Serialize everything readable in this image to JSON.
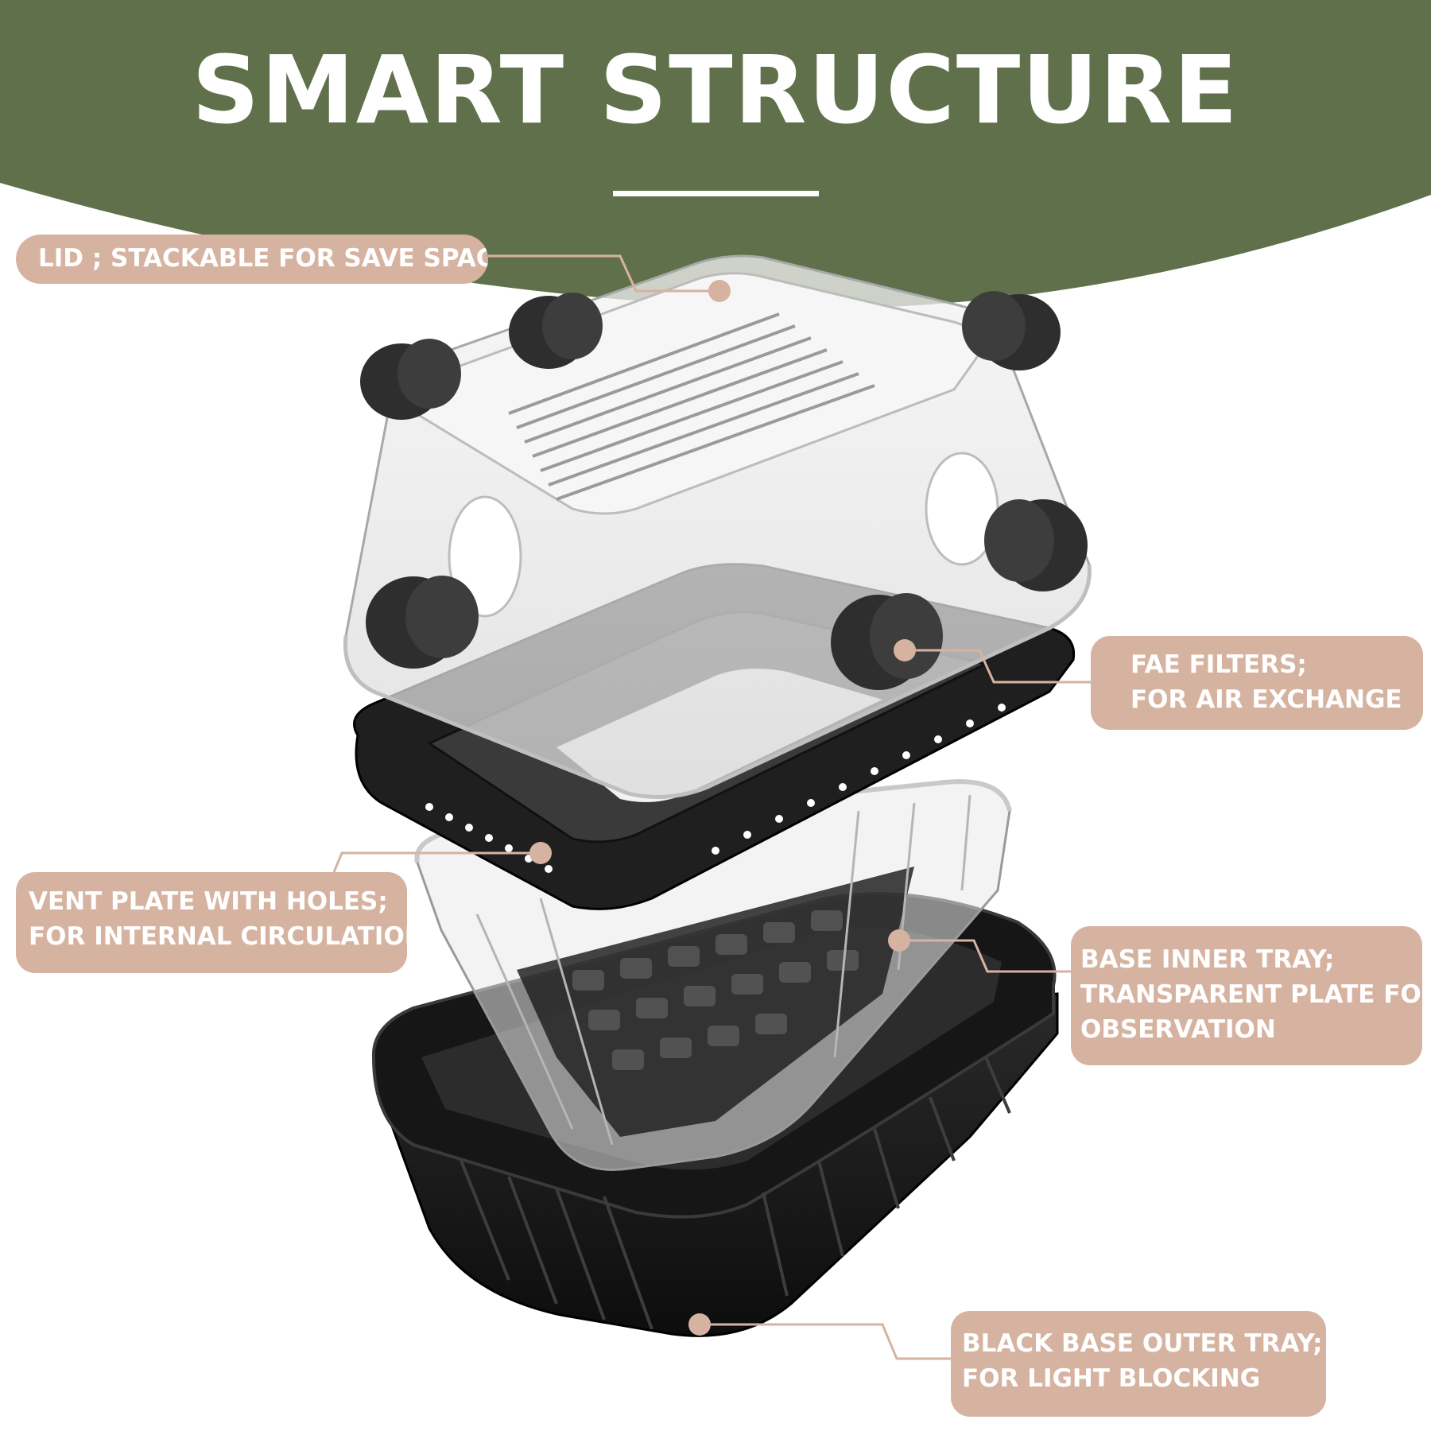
{
  "header": {
    "title": "SMART STRUCTURE"
  },
  "colors": {
    "banner": "#5f704b",
    "label_bg": "#d6b3a1",
    "label_text": "#ffffff",
    "leader_line": "#d6b3a1",
    "black_plastic": "#1b1b1b",
    "clear_plastic": "#dcdcdc",
    "filter_foam": "#2e2e2e"
  },
  "callouts": [
    {
      "id": "lid",
      "lines": [
        "LID ; STACKABLE FOR SAVE SPACE"
      ]
    },
    {
      "id": "fae",
      "lines": [
        "FAE FILTERS;",
        "FOR AIR EXCHANGE"
      ]
    },
    {
      "id": "vent",
      "lines": [
        "VENT PLATE WITH HOLES;",
        "FOR INTERNAL CIRCULATION"
      ]
    },
    {
      "id": "inner",
      "lines": [
        "BASE INNER TRAY;",
        "TRANSPARENT PLATE FOR",
        "OBSERVATION"
      ]
    },
    {
      "id": "outer",
      "lines": [
        "BLACK BASE  OUTER  TRAY;",
        "FOR LIGHT BLOCKING"
      ]
    }
  ]
}
